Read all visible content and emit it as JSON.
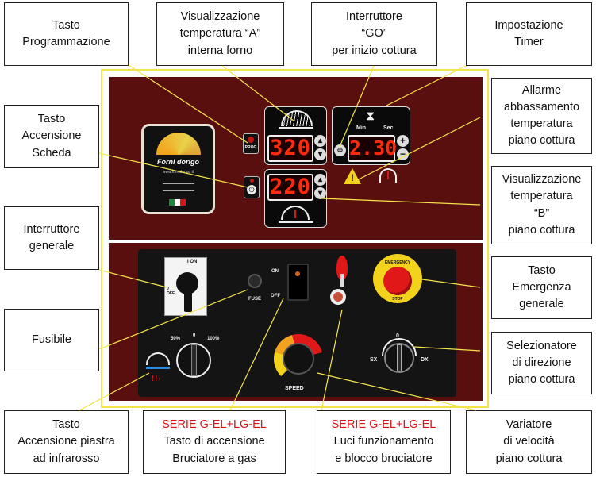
{
  "callouts": {
    "prog": [
      "Tasto",
      "Programmazione"
    ],
    "temp_a": [
      "Visualizzazione",
      "temperatura “A”",
      "interna forno"
    ],
    "go": [
      "Interruttore",
      "“GO”",
      "per inizio cottura"
    ],
    "timer": [
      "Impostazione",
      "Timer"
    ],
    "allarme": [
      "Allarme",
      "abbassamento",
      "temperatura",
      "piano cottura"
    ],
    "scheda": [
      "Tasto",
      "Accensione",
      "Scheda"
    ],
    "temp_b": [
      "Visualizzazione",
      "temperatura",
      "“B”",
      "piano cottura"
    ],
    "generale": [
      "Interruttore",
      "generale"
    ],
    "emergenza": [
      "Tasto",
      "Emergenza",
      "generale"
    ],
    "fusibile": [
      "Fusibile"
    ],
    "direzione": [
      "Selezionatore",
      "di direzione",
      "piano cottura"
    ],
    "piastra": [
      "Tasto",
      "Accensione piastra",
      "ad infrarosso"
    ],
    "bruciatore": [
      "SERIE G-EL+LG-EL",
      "Tasto di accensione",
      "Bruciatore a gas"
    ],
    "luci": [
      "SERIE G-EL+LG-EL",
      "Luci funzionamento",
      "e blocco bruciatore"
    ],
    "variatore": [
      "Variatore",
      "di velocità",
      "piano cottura"
    ]
  },
  "panel": {
    "logo_text": "Forni dorigo",
    "logo_url": "www.fornidorigo.it",
    "display_a": "320",
    "display_timer": "2.30",
    "display_b": "220",
    "prog_label": "PROG",
    "timer_min": "Min",
    "timer_sec": "Sec",
    "switch_on": "I ON",
    "switch_off": "0 OFF",
    "fuse_label": "FUSE",
    "rocker_on": "ON",
    "rocker_off": "OFF",
    "ir_50": "50%",
    "ir_0": "0",
    "ir_100": "100%",
    "speed_label": "SPEED",
    "emergency_label": "EMERGENCY",
    "emergency_stop": "STOP",
    "dir_sx": "SX",
    "dir_0": "0",
    "dir_dx": "DX"
  },
  "colors": {
    "panel": "#5a0f0f",
    "border": "#f3e44c",
    "leader": "#f3e44c",
    "digits": "#ff2a0a",
    "emergency": "#e01818",
    "series_text": "#e01010"
  }
}
